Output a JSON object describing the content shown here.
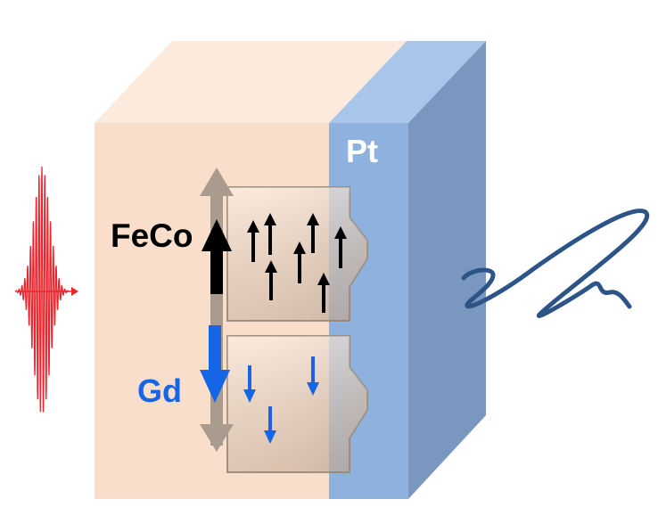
{
  "labels": {
    "pt": "Pt",
    "feco": "FeCo",
    "gd": "Gd"
  },
  "colors": {
    "laser_pulse": "#e8262b",
    "thz_wave": "#2c5487",
    "pt_layer": "#8eb2dd",
    "pt_top": "#a9c6ea",
    "pt_side": "#7a98bf",
    "alloy_front": "#f9dfcb",
    "alloy_top": "#fcebdd",
    "feco_spin": "#000000",
    "gd_spin": "#1565e6",
    "net_moment": "#a99b8e",
    "pt_label": "#ffffff",
    "feco_label": "#000000",
    "gd_label": "#1565e6"
  }
}
